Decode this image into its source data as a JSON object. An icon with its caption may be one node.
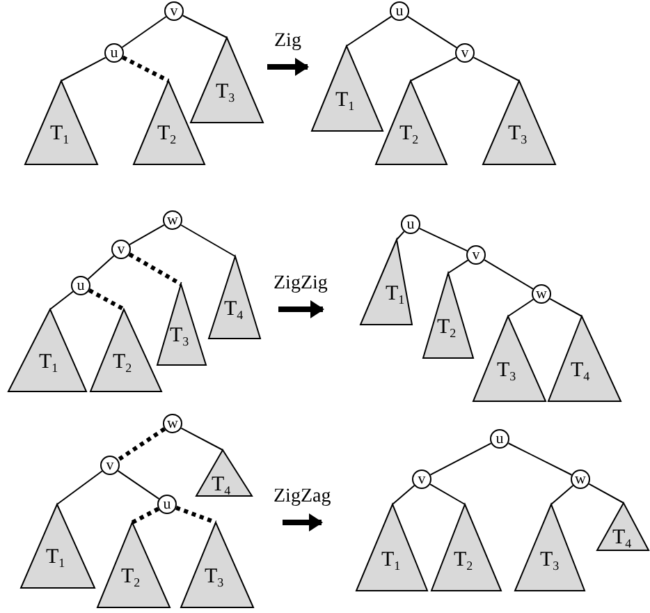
{
  "diagram": {
    "nodes": [
      {
        "text": [],
        "shape": "picture"
      },
      {
        "text": [
          "v"
        ],
        "in": 0
      },
      {
        "text": [
          "u"
        ],
        "in": 0
      },
      {
        "text": [
          "T$_{1}$"
        ],
        "in": 0
      },
      {
        "text": [
          "T$_{2}$"
        ],
        "in": 0
      },
      {
        "text": [
          "T$_{3}$"
        ],
        "in": 0
      },
      {
        "text": [],
        "shape": "picture"
      },
      {
        "text": [
          "u"
        ],
        "in": 6
      },
      {
        "text": [
          "T$_{1}$"
        ],
        "in": 6
      },
      {
        "text": [
          "v"
        ],
        "in": 6
      },
      {
        "text": [
          "T$_{2}$"
        ],
        "in": 6
      },
      {
        "text": [
          "T$_{3}$"
        ],
        "in": 6
      },
      {
        "text": [],
        "shape": "picture"
      },
      {
        "text": [
          "w"
        ],
        "in": 12
      },
      {
        "text": [
          "v"
        ],
        "in": 12
      },
      {
        "text": [
          "u"
        ],
        "in": 12
      },
      {
        "text": [
          "T$_{1}$"
        ],
        "in": 12
      },
      {
        "text": [
          "T$_{2}$"
        ],
        "in": 12
      },
      {
        "text": [
          "T$_{3}$"
        ],
        "in": 12
      },
      {
        "text": [
          "T$_{4}$"
        ],
        "in": 12
      },
      {
        "text": [],
        "shape": "picture"
      },
      {
        "text": [
          "u"
        ],
        "in": 20
      },
      {
        "text": [
          "T$_{1}$"
        ],
        "in": 20
      },
      {
        "text": [
          "v"
        ],
        "in": 20
      },
      {
        "text": [
          "T$_{2}$"
        ],
        "in": 20
      },
      {
        "text": [
          "w"
        ],
        "in": 20
      },
      {
        "text": [
          "T$_{3}$"
        ],
        "in": 20
      },
      {
        "text": [
          "T$_{4}$"
        ],
        "in": 20
      },
      {
        "text": [],
        "shape": "picture"
      },
      {
        "text": [
          "w"
        ],
        "in": 28
      },
      {
        "text": [
          "v"
        ],
        "in": 28
      },
      {
        "text": [
          "T$_{4}$"
        ],
        "in": 28
      },
      {
        "text": [
          "u"
        ],
        "in": 28
      },
      {
        "text": [
          "T$_{1}$"
        ],
        "in": 28
      },
      {
        "text": [
          "T$_{2}$"
        ],
        "in": 28
      },
      {
        "text": [
          "T$_{3}$"
        ],
        "in": 28
      },
      {
        "text": [],
        "shape": "picture"
      },
      {
        "text": [
          "u"
        ],
        "in": 36
      },
      {
        "text": [
          "v"
        ],
        "in": 36
      },
      {
        "text": [
          "w"
        ],
        "in": 36
      },
      {
        "text": [
          "T$_{1}$"
        ],
        "in": 36
      },
      {
        "text": [
          "T$_{2}$"
        ],
        "in": 36
      },
      {
        "text": [
          "T$_{3}$"
        ],
        "in": 36
      },
      {
        "text": [
          "T$_{4}$"
        ],
        "in": 36
      }
    ],
    "edges": [
      {
        "from": 1,
        "to": 2,
        "arrow": "none"
      },
      {
        "from": 1,
        "to": 5,
        "arrow": "none"
      },
      {
        "from": 2,
        "to": 3,
        "arrow": "none"
      },
      {
        "from": 2,
        "to": 4,
        "arrow": "none",
        "style": "dashed"
      },
      {
        "from": 0,
        "to": 6,
        "label": "Zig",
        "arrow": "to",
        "style": "thick"
      },
      {
        "from": 7,
        "to": 8,
        "arrow": "none"
      },
      {
        "from": 7,
        "to": 9,
        "arrow": "none"
      },
      {
        "from": 9,
        "to": 10,
        "arrow": "none"
      },
      {
        "from": 9,
        "to": 11,
        "arrow": "none"
      },
      {
        "from": 13,
        "to": 14,
        "arrow": "none"
      },
      {
        "from": 13,
        "to": 19,
        "arrow": "none"
      },
      {
        "from": 14,
        "to": 15,
        "arrow": "none"
      },
      {
        "from": 14,
        "to": 18,
        "arrow": "none",
        "style": "dashed"
      },
      {
        "from": 15,
        "to": 16,
        "arrow": "none"
      },
      {
        "from": 15,
        "to": 17,
        "arrow": "none",
        "style": "dashed"
      },
      {
        "from": 12,
        "to": 20,
        "label": "ZigZig",
        "arrow": "to",
        "style": "thick"
      },
      {
        "from": 21,
        "to": 22,
        "arrow": "none"
      },
      {
        "from": 21,
        "to": 23,
        "arrow": "none"
      },
      {
        "from": 23,
        "to": 24,
        "arrow": "none"
      },
      {
        "from": 23,
        "to": 25,
        "arrow": "none"
      },
      {
        "from": 25,
        "to": 26,
        "arrow": "none"
      },
      {
        "from": 25,
        "to": 27,
        "arrow": "none"
      },
      {
        "from": 29,
        "to": 30,
        "arrow": "none",
        "style": "dashed"
      },
      {
        "from": 29,
        "to": 31,
        "arrow": "none"
      },
      {
        "from": 30,
        "to": 33,
        "arrow": "none"
      },
      {
        "from": 30,
        "to": 32,
        "arrow": "none"
      },
      {
        "from": 32,
        "to": 34,
        "arrow": "none",
        "style": "dashed"
      },
      {
        "from": 32,
        "to": 35,
        "arrow": "none",
        "style": "dashed"
      },
      {
        "from": 28,
        "to": 36,
        "label": "ZigZag",
        "arrow": "to",
        "style": "thick"
      },
      {
        "from": 37,
        "to": 38,
        "arrow": "none"
      },
      {
        "from": 37,
        "to": 39,
        "arrow": "none"
      },
      {
        "from": 38,
        "to": 40,
        "arrow": "none"
      },
      {
        "from": 38,
        "to": 41,
        "arrow": "none"
      },
      {
        "from": 39,
        "to": 42,
        "arrow": "none"
      },
      {
        "from": 39,
        "to": 43,
        "arrow": "none"
      }
    ]
  }
}
